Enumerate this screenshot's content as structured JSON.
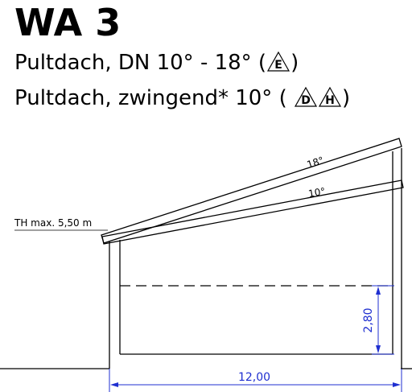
{
  "title": "WA 3",
  "line1": {
    "prefix": "Pultdach, DN 10° - 18° (",
    "badge": "E",
    "suffix": ")"
  },
  "line2": {
    "prefix": "Pultdach, zwingend* 10° (",
    "badges": [
      "D",
      "H"
    ],
    "suffix": ")"
  },
  "diagram": {
    "angle_high": "18°",
    "angle_low": "10°",
    "eave_label": "TH max. 5,50 m",
    "height_dimension": "2,80",
    "width_dimension": "12,00",
    "dimension_color": "#1f2fd0",
    "line_color": "#000000"
  }
}
